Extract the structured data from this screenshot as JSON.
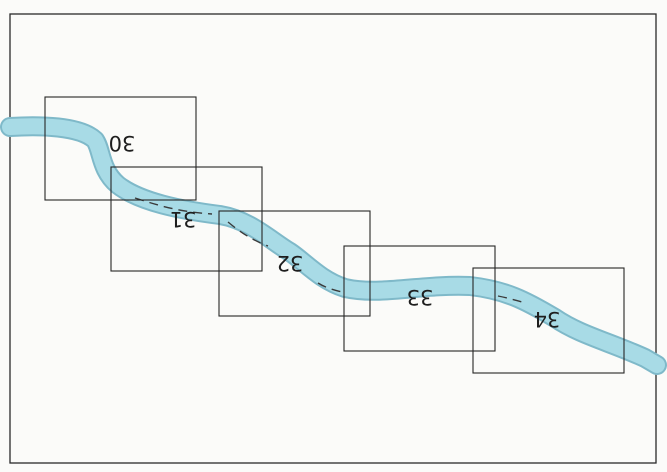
{
  "map": {
    "river_color": "#a8dbe6",
    "river_edge_color": "#7fb9c9",
    "line_color": "#262626",
    "tiles": [
      {
        "label": "30"
      },
      {
        "label": "31"
      },
      {
        "label": "32"
      },
      {
        "label": "33"
      },
      {
        "label": "34"
      }
    ]
  }
}
